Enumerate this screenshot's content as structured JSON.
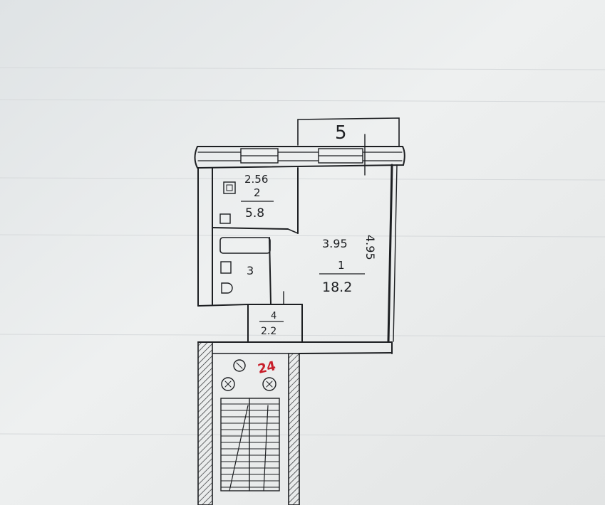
{
  "plan": {
    "balcony": {
      "width": "5"
    },
    "rooms": {
      "kitchen": {
        "dim": "2.56",
        "number": "2",
        "area": "5.8"
      },
      "bathroom": {
        "number": "3"
      },
      "living": {
        "dim_a": "3.95",
        "dim_b": "4.95",
        "number": "1",
        "area": "18.2"
      },
      "hall": {
        "number": "4",
        "area": "2.2"
      }
    },
    "stair_mark": "24"
  },
  "colors": {
    "ink": "#1d1f22",
    "paper": "#e7e9ea",
    "red_ink": "#c81e2a"
  }
}
